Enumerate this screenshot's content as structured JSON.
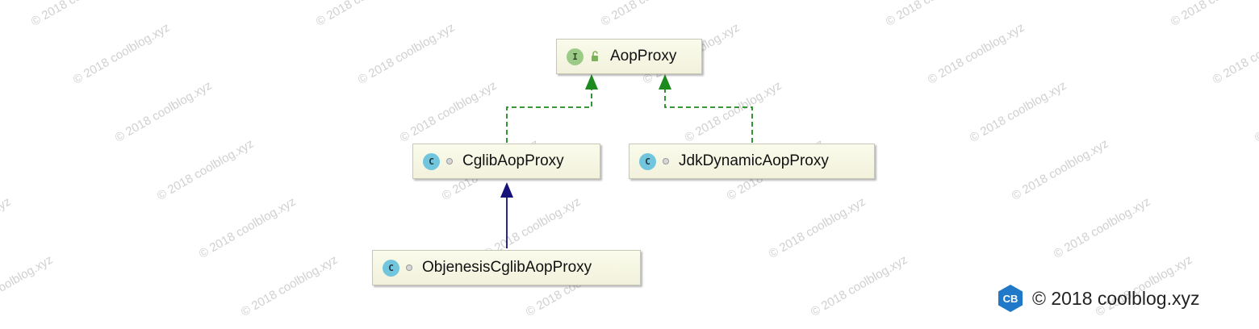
{
  "watermark_text": "© 2018 coolblog.xyz",
  "diagram": {
    "nodes": {
      "aop_proxy": {
        "label": "AopProxy",
        "badge": "I",
        "kind": "interface"
      },
      "cglib_aop_proxy": {
        "label": "CglibAopProxy",
        "badge": "C",
        "kind": "class"
      },
      "jdk_dynamic_aop_proxy": {
        "label": "JdkDynamicAopProxy",
        "badge": "C",
        "kind": "class"
      },
      "objenesis_cglib_aop_proxy": {
        "label": "ObjenesisCglibAopProxy",
        "badge": "C",
        "kind": "class"
      }
    },
    "edges": [
      {
        "from": "cglib_aop_proxy",
        "to": "aop_proxy",
        "type": "implements",
        "style": "dashed",
        "color": "#1c8a1c"
      },
      {
        "from": "jdk_dynamic_aop_proxy",
        "to": "aop_proxy",
        "type": "implements",
        "style": "dashed",
        "color": "#1c8a1c"
      },
      {
        "from": "objenesis_cglib_aop_proxy",
        "to": "cglib_aop_proxy",
        "type": "extends",
        "style": "solid",
        "color": "#16127a"
      }
    ]
  },
  "footer": {
    "logo_text": "CB",
    "text": "© 2018 coolblog.xyz"
  },
  "colors": {
    "node_fill": "#f5f5e3",
    "node_border": "#c8c7b6",
    "class_badge": "#71c6de",
    "interface_badge": "#9ccb87",
    "implements_edge": "#1c8a1c",
    "extends_edge": "#16127a",
    "logo": "#1f78c8",
    "watermark": "#d0d0d0"
  }
}
